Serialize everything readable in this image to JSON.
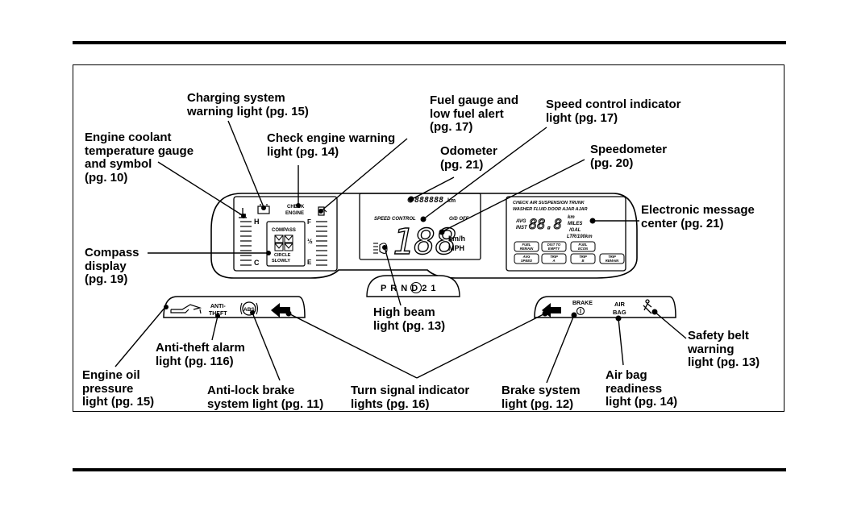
{
  "labels": {
    "charging": "Charging system\nwarning light (pg. 15)",
    "coolant": "Engine coolant\ntemperature gauge\nand symbol\n(pg. 10)",
    "check_engine": "Check engine warning\nlight (pg. 14)",
    "fuel": "Fuel gauge and\nlow fuel alert\n(pg. 17)",
    "speed_control": "Speed control indicator\nlight (pg. 17)",
    "odometer": "Odometer\n(pg. 21)",
    "speedometer": "Speedometer\n(pg. 20)",
    "message_center": "Electronic message\ncenter (pg. 21)",
    "compass": "Compass\ndisplay\n(pg. 19)",
    "high_beam": "High beam\nlight (pg. 13)",
    "anti_theft": "Anti-theft alarm\nlight (pg. 116)",
    "oil": "Engine oil\npressure\nlight (pg. 15)",
    "abs": "Anti-lock brake\nsystem light (pg. 11)",
    "turn": "Turn signal indicator\nlights (pg. 16)",
    "brake": "Brake system\nlight (pg. 12)",
    "airbag": "Air bag\nreadiness\nlight (pg. 14)",
    "seatbelt": "Safety belt\nwarning\nlight (pg. 13)"
  },
  "cluster": {
    "check_engine_text": "CHECK\nENGINE",
    "compass_title": "COMPASS",
    "compass_circle": "CIRCLE\nSLOWLY",
    "temp_h": "H",
    "temp_c": "C",
    "fuel_f": "F",
    "fuel_half": "½",
    "fuel_e": "E",
    "speed_control_text": "SPEED CONTROL",
    "odo_text": "888888",
    "odo_unit": "km",
    "od_label": "O/D OFF",
    "speed_digits": "188",
    "speed_units_kmh": "km/h",
    "speed_units_mph": "MPH",
    "emc_top": "CHECK AIR SUSPENSION   TRUNK",
    "emc_top2": "WASHER FLUID  DOOR AJAR  AJAR",
    "emc_avg": "AVG",
    "emc_inst": "INST",
    "emc_digits": "88.8",
    "emc_units1": "km",
    "emc_units2": "MILES",
    "emc_units3": "/GAL",
    "emc_units4": "LTR/100km",
    "emc_buttons": [
      "FUEL\nREMAIN",
      "DIST TO\nEMPTY",
      "FUEL\nECON",
      "AVG\nSPEED",
      "TRIP\nA",
      "TRIP\nB",
      "TRIP\nREMAIN"
    ],
    "prnd": "P R N D 2 1",
    "anti_theft_text": "ANTI-\nTHEFT",
    "abs_text": "ABS",
    "brake_text": "BRAKE",
    "airbag_text": "AIR\nBAG"
  }
}
